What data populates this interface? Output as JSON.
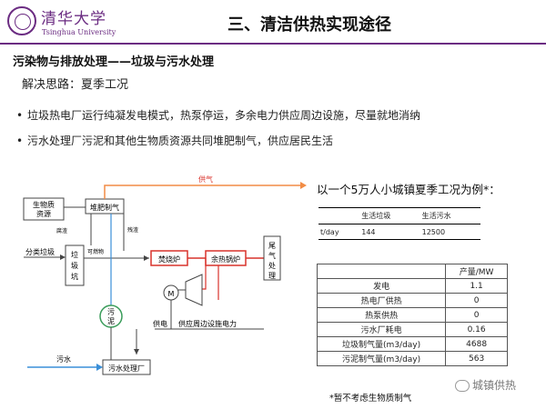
{
  "header": {
    "logo_cn": "清华大学",
    "logo_en": "Tsinghua University",
    "title": "三、清洁供热实现途径"
  },
  "section_title": "污染物与排放处理——垃圾与污水处理",
  "approach": "解决思路：夏季工况",
  "bullets": [
    "垃圾热电厂运行纯凝发电模式，热泵停运，多余电力供应周边设施，尽量就地消纳",
    "污水处理厂污泥和其他生物质资源共同堆肥制气，供应居民生活"
  ],
  "diagram": {
    "biomass": [
      "生物质",
      "资源"
    ],
    "compost": "堆肥制气",
    "gas_supply": "供气",
    "residue": "残渣",
    "leachate": "腐渣",
    "sorted_waste": "分类垃圾",
    "waste_pit": [
      "垃",
      "圾",
      "坑"
    ],
    "combustibles": "可燃物",
    "incinerator": "焚烧炉",
    "boiler": "余热锅炉",
    "flue_gas": [
      "尾",
      "气",
      "处",
      "理"
    ],
    "motor": "M",
    "sludge": [
      "污",
      "泥"
    ],
    "power_supply": "供电",
    "power_nearby": "供应周边设施电力",
    "sewage": "污水",
    "wwtp": "污水处理厂"
  },
  "case_title": "以一个5万人小城镇夏季工况为例*：",
  "table1": {
    "headers": [
      "",
      "生活垃圾",
      "生活污水"
    ],
    "row": [
      "t/day",
      "144",
      "12500"
    ]
  },
  "table2": {
    "header": [
      "",
      "产量/MW"
    ],
    "rows": [
      [
        "发电",
        "1.1"
      ],
      [
        "热电厂供热",
        "0"
      ],
      [
        "热泵供热",
        "0"
      ],
      [
        "污水厂耗电",
        "0.16"
      ],
      [
        "垃圾制气量(m3/day)",
        "4688"
      ],
      [
        "污泥制气量(m3/day)",
        "563"
      ]
    ]
  },
  "footnote": "*暂不考虑生物质制气",
  "watermark": "城镇供热",
  "colors": {
    "accent": "#6b2c82",
    "gas_line": "#f28c45",
    "water_line": "#3a8fd8",
    "node_red": "#d9322b",
    "sludge_green": "#3a9c5a"
  }
}
